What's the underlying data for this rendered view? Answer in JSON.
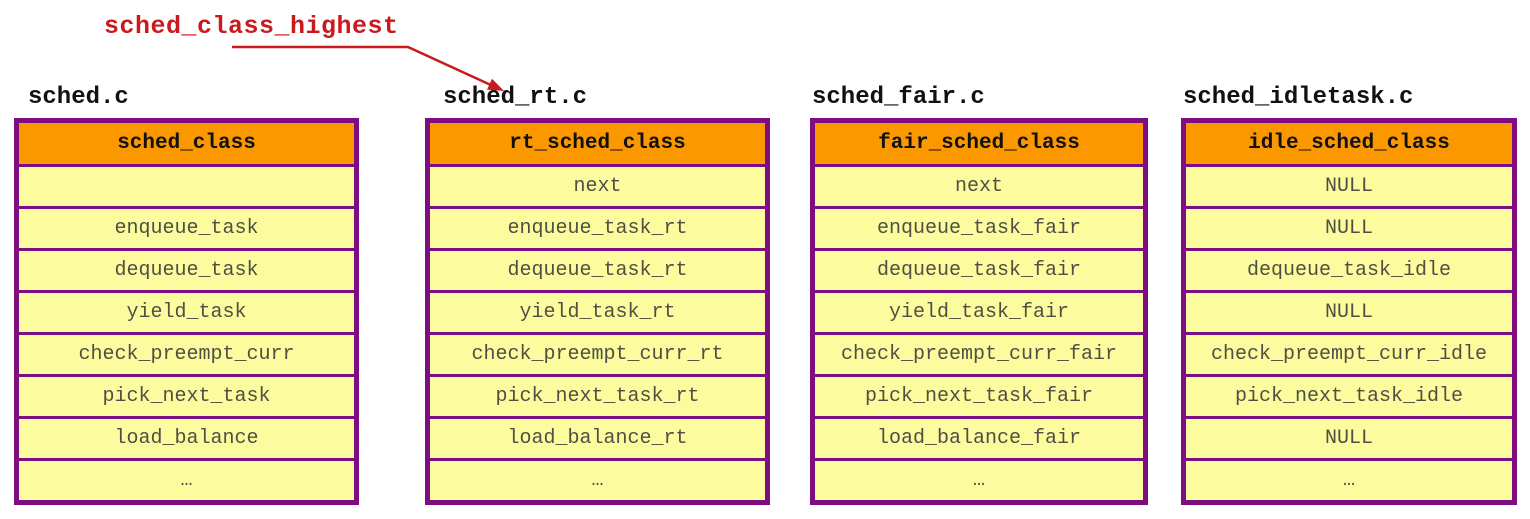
{
  "annotation": {
    "label": "sched_class_highest"
  },
  "columns": [
    {
      "file": "sched.c",
      "struct": "sched_class",
      "rows": [
        "",
        "enqueue_task",
        "dequeue_task",
        "yield_task",
        "check_preempt_curr",
        "pick_next_task",
        "load_balance",
        "…"
      ]
    },
    {
      "file": "sched_rt.c",
      "struct": "rt_sched_class",
      "rows": [
        "next",
        "enqueue_task_rt",
        "dequeue_task_rt",
        "yield_task_rt",
        "check_preempt_curr_rt",
        "pick_next_task_rt",
        "load_balance_rt",
        "…"
      ]
    },
    {
      "file": "sched_fair.c",
      "struct": "fair_sched_class",
      "rows": [
        "next",
        "enqueue_task_fair",
        "dequeue_task_fair",
        "yield_task_fair",
        "check_preempt_curr_fair",
        "pick_next_task_fair",
        "load_balance_fair",
        "…"
      ]
    },
    {
      "file": "sched_idletask.c",
      "struct": "idle_sched_class",
      "rows": [
        "NULL",
        "NULL",
        "dequeue_task_idle",
        "NULL",
        "check_preempt_curr_idle",
        "pick_next_task_idle",
        "NULL",
        "…"
      ]
    }
  ],
  "colors": {
    "header-fill": "#FB9800",
    "cell-fill": "#FCFC9E",
    "border": "#7E0C82",
    "annotation-red": "#C91A1E",
    "cell-text": "#4F4F45",
    "title-text": "#111111"
  }
}
